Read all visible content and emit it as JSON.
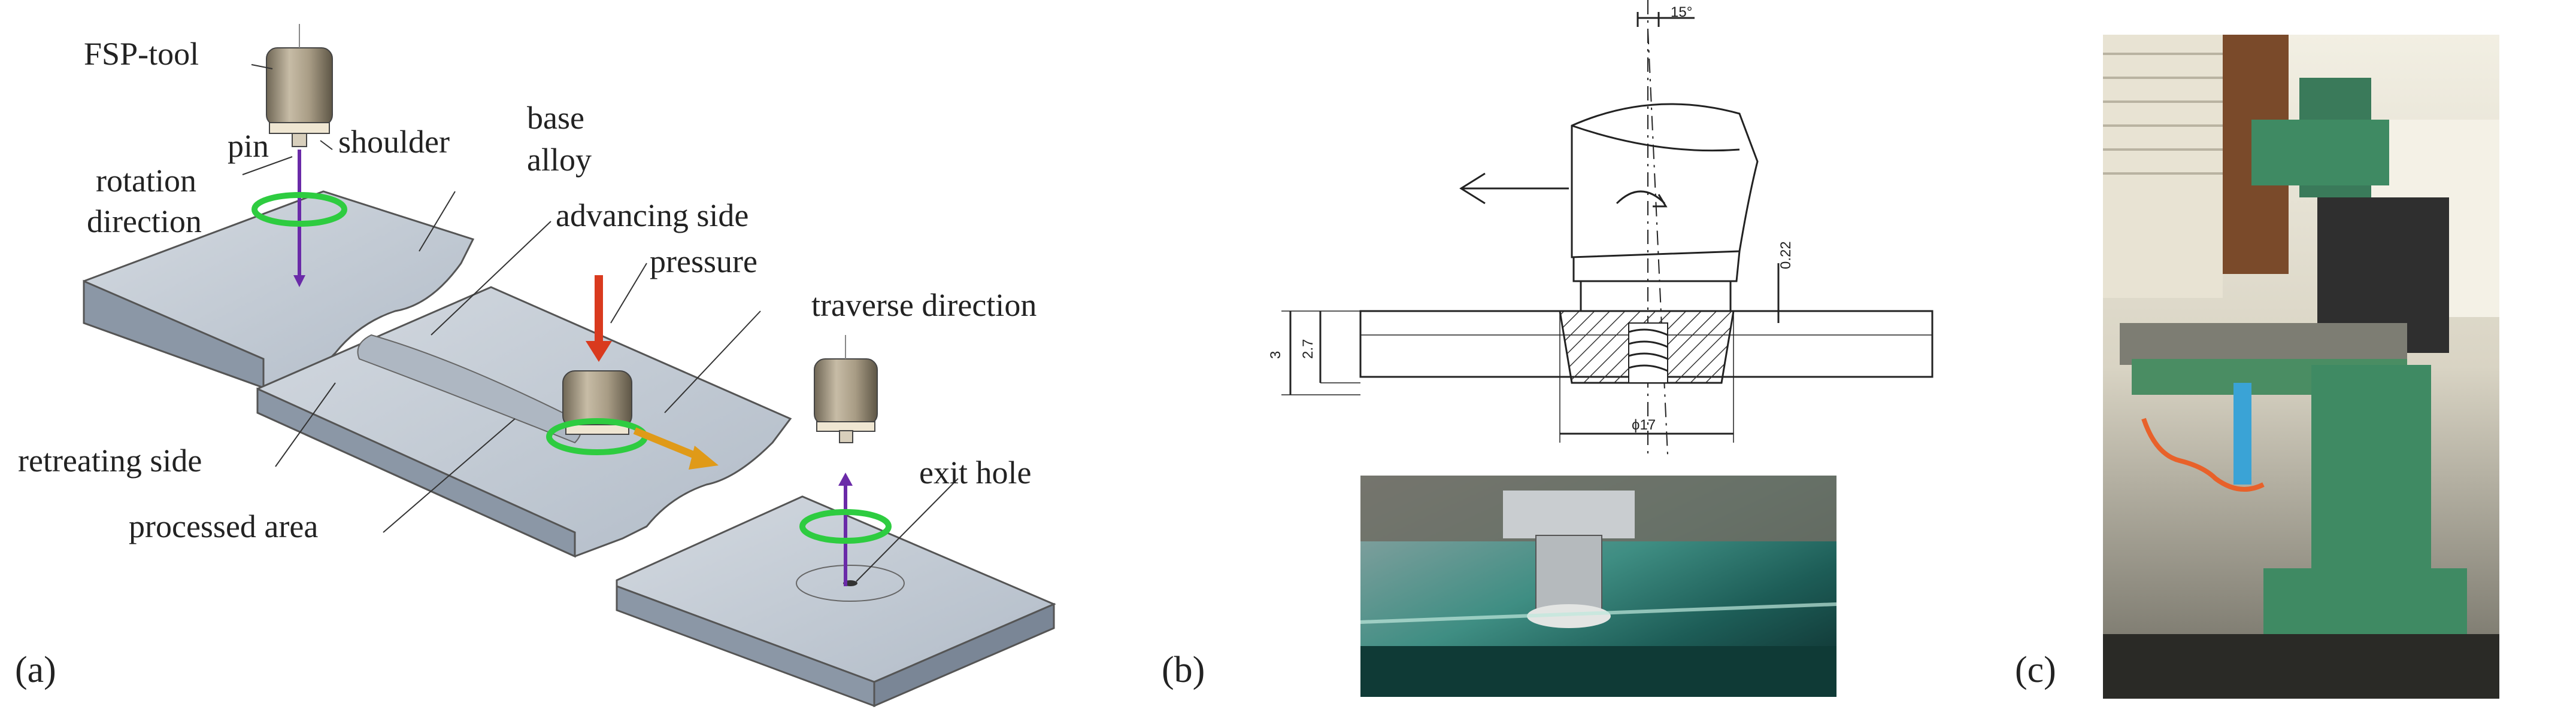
{
  "panel_a": {
    "letter": "(a)",
    "labels": {
      "fsp_tool": "FSP-tool",
      "pin": "pin",
      "shoulder": "shoulder",
      "base": "base",
      "alloy": "alloy",
      "rotation": "rotation",
      "direction": "direction",
      "advancing_side": "advancing side",
      "pressure": "pressure",
      "traverse_direction": "traverse direction",
      "retreating_side": "retreating side",
      "exit_hole": "exit hole",
      "processed_area": "processed area"
    }
  },
  "panel_b": {
    "letter": "(b)",
    "angle": "15°",
    "dim_shoulder_gap": "0.22",
    "dim_plate_thickness": "3",
    "dim_pin_depth": "2.7",
    "dim_diameter": "ϕ17"
  },
  "panel_c": {
    "letter": "(c)"
  },
  "colors": {
    "plate_top": "#c3cbd5",
    "plate_side": "#8b97a6",
    "tool_body": "#a89c85",
    "rotation_arrow": "#2ecc40",
    "pressure_arrow": "#d93a1e",
    "traverse_arrow": "#e09a18",
    "axis_line": "#6a2aa8"
  }
}
